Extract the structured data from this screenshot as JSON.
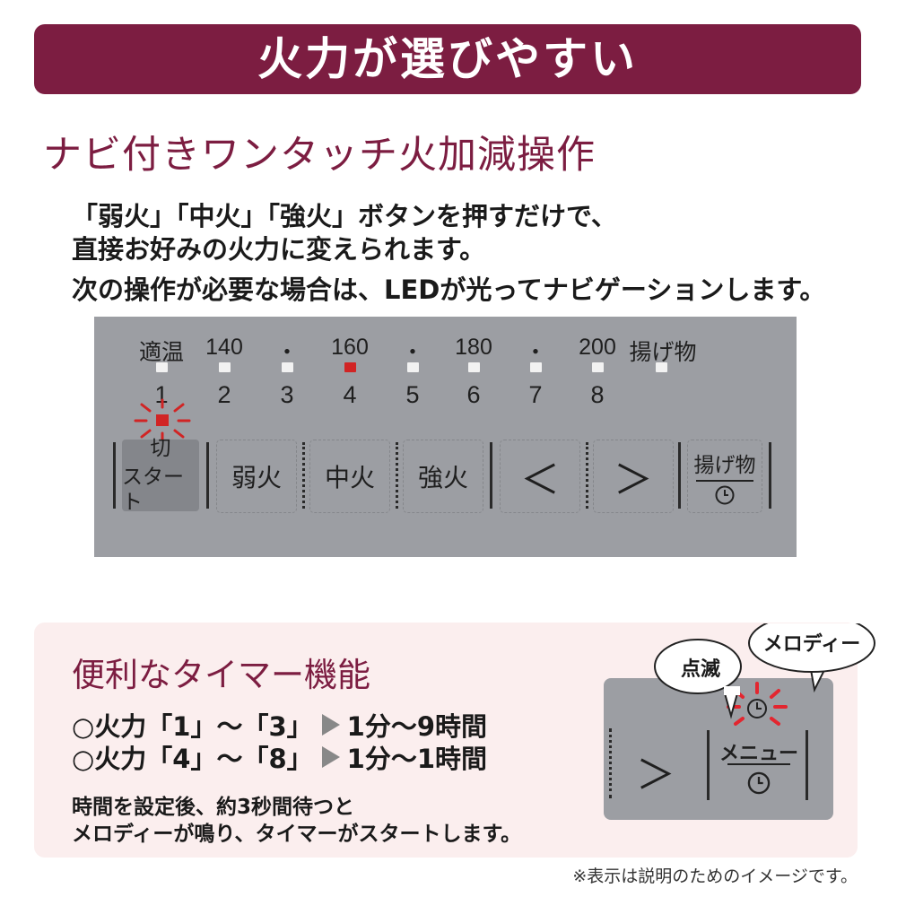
{
  "banner": {
    "title": "火力が選びやすい"
  },
  "subtitle": "ナビ付きワンタッチ火加減操作",
  "description": {
    "line1": "「弱火」「中火」「強火」ボタンを押すだけで、",
    "line2": "直接お好みの火力に変えられます。",
    "line3": "次の操作が必要な場合は、LEDが光ってナビゲーションします。"
  },
  "panel": {
    "temps": [
      "適温",
      "140",
      "・",
      "160",
      "・",
      "180",
      "・",
      "200",
      "揚げ物"
    ],
    "numbers": [
      "1",
      "2",
      "3",
      "4",
      "5",
      "6",
      "7",
      "8"
    ],
    "active_led_index": 3,
    "buttons": {
      "start_top": "切",
      "start_bottom": "スタート",
      "weak": "弱火",
      "medium": "中火",
      "strong": "強火",
      "left": "＜",
      "right": "＞",
      "fry": "揚げ物"
    },
    "led_color": "#d12424"
  },
  "timer": {
    "title": "便利なタイマー機能",
    "row1_range": "○火力「1」〜「3」",
    "row1_time": "1分〜9時間",
    "row2_range": "○火力「4」〜「8」",
    "row2_time": "1分〜1時間",
    "note1": "時間を設定後、約3秒間待つと",
    "note2": "メロディーが鳴り、タイマーがスタートします。",
    "mini_arrow": "＞",
    "mini_menu": "メニュー",
    "bubble_blink": "点滅",
    "bubble_melody": "メロディー"
  },
  "footer": "※表示は説明のためのイメージです。",
  "colors": {
    "brand": "#7c1d41",
    "panel": "#9c9ea3",
    "timer_bg": "#fbeeee"
  },
  "icons": [
    "clock-icon",
    "blink-burst-icon",
    "speech-bubble-icon",
    "triangle-right-icon"
  ]
}
